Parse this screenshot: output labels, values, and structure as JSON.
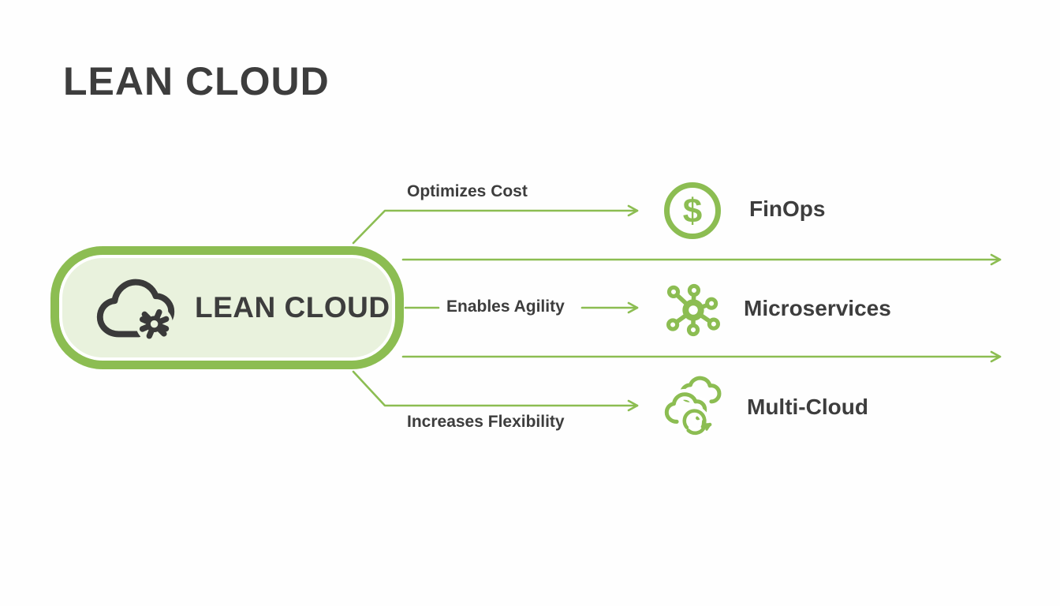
{
  "title": "LEAN CLOUD",
  "center": {
    "label": "LEAN CLOUD",
    "icon": "cloud-gear-icon"
  },
  "branches": [
    {
      "connector_label": "Optimizes Cost",
      "node_label": "FinOps",
      "icon": "dollar-circle-icon",
      "icon_glyph": "$"
    },
    {
      "connector_label": "Enables Agility",
      "node_label": "Microservices",
      "icon": "hub-network-icon"
    },
    {
      "connector_label": "Increases Flexibility",
      "node_label": "Multi-Cloud",
      "icon": "multi-cloud-sync-icon"
    }
  ],
  "colors": {
    "accent_green": "#8cbd52",
    "box_fill": "#e9f2dd",
    "text_dark": "#3d3d3d",
    "icon_dark": "#3a3a3a"
  }
}
